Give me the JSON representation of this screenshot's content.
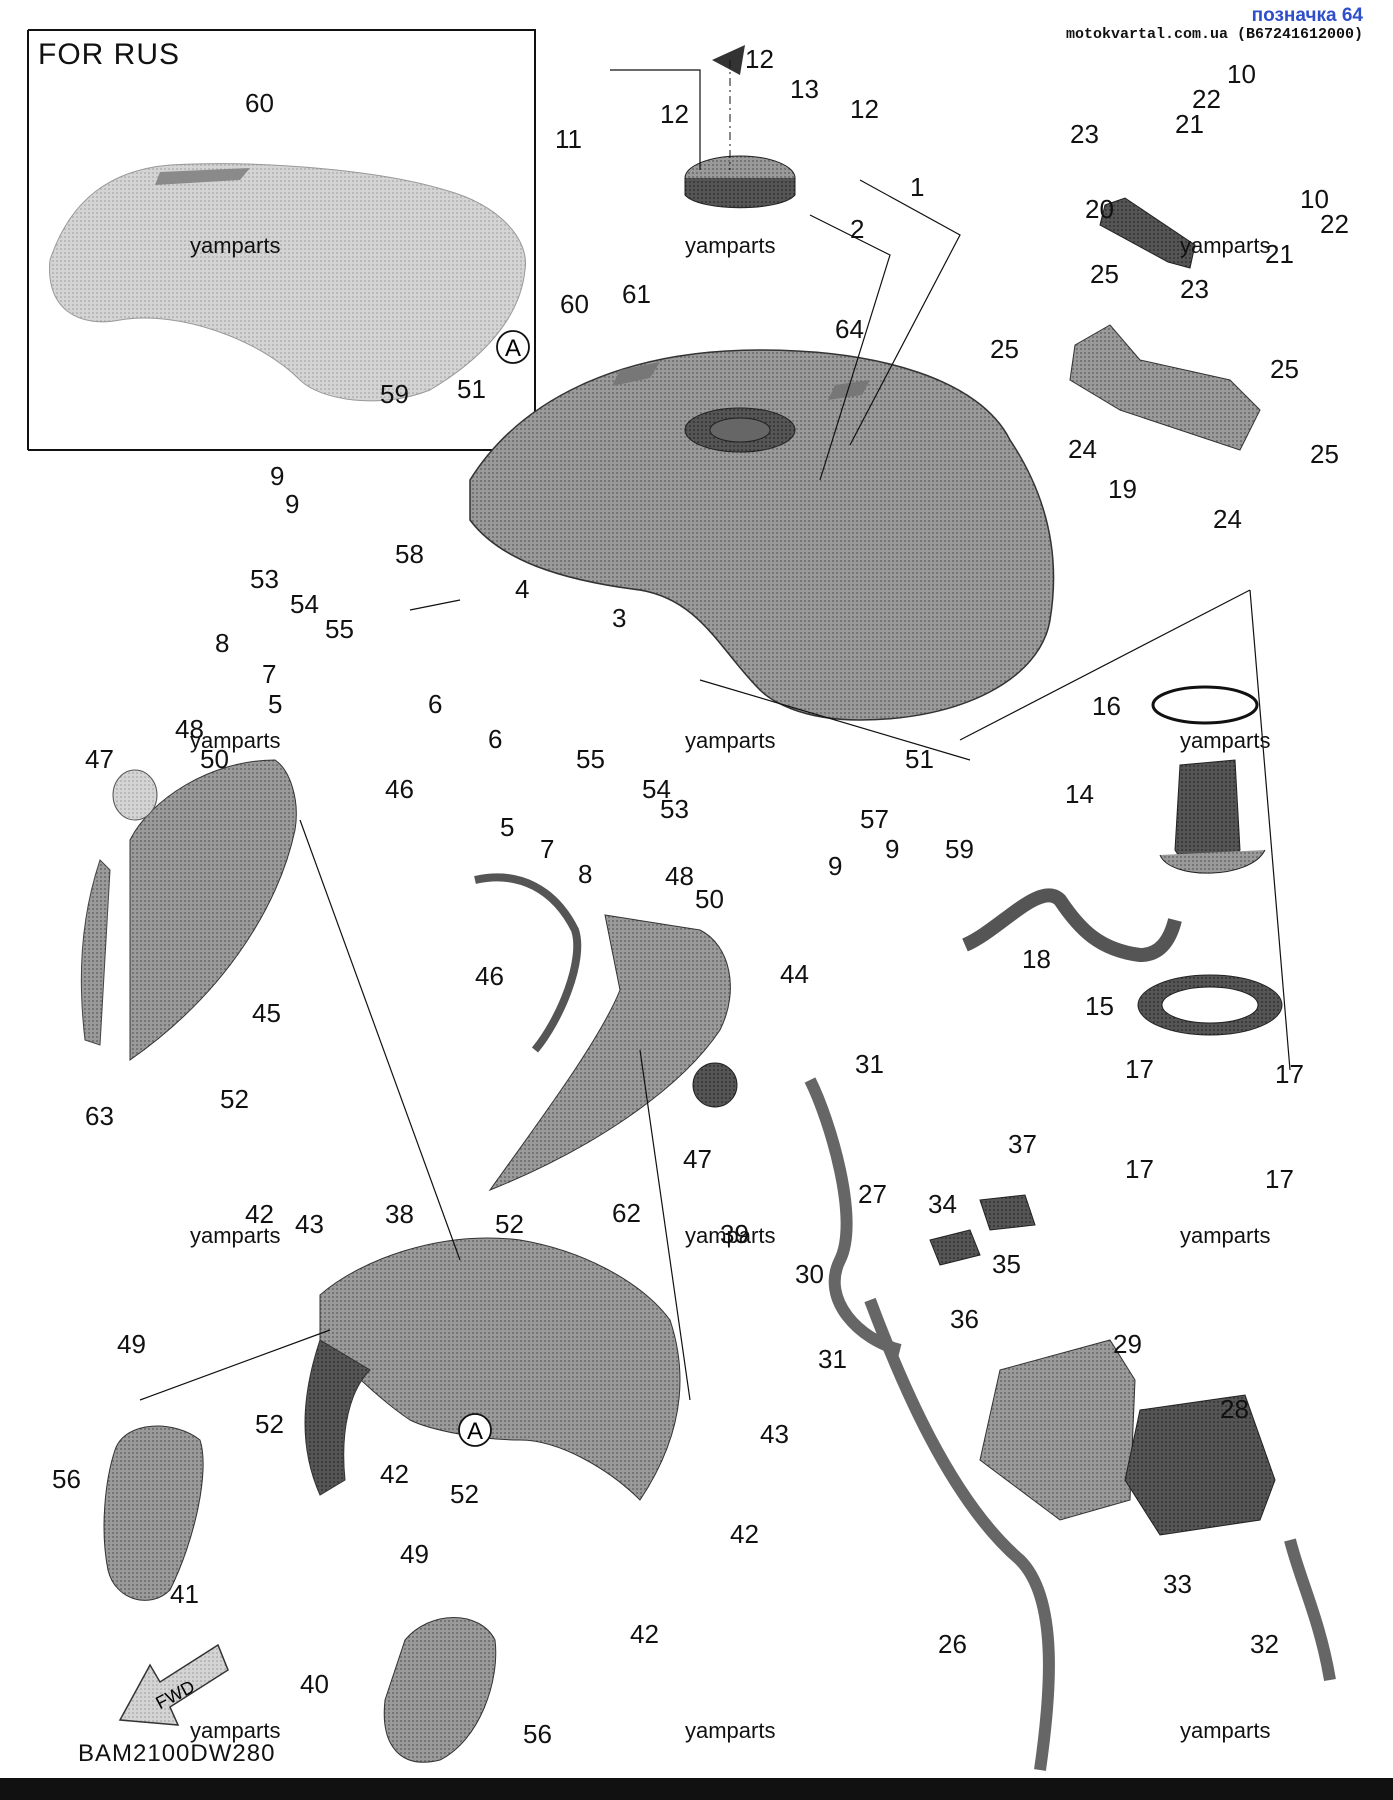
{
  "header": {
    "title": "позначка 64",
    "source": "motokvartal.com.ua (B67241612000)"
  },
  "inset": {
    "title": "FOR RUS"
  },
  "diagram_code": "BAM2100DW280",
  "fwd_label": "FWD",
  "ref_marker": "A",
  "watermark": "yamparts",
  "callouts": [
    "60",
    "11",
    "12",
    "12",
    "13",
    "12",
    "1",
    "2",
    "10",
    "22",
    "21",
    "23",
    "10",
    "22",
    "21",
    "23",
    "20",
    "25",
    "25",
    "25",
    "25",
    "24",
    "24",
    "19",
    "60",
    "61",
    "64",
    "51",
    "59",
    "9",
    "9",
    "58",
    "53",
    "54",
    "55",
    "4",
    "8",
    "7",
    "5",
    "6",
    "3",
    "6",
    "55",
    "54",
    "53",
    "5",
    "7",
    "8",
    "51",
    "57",
    "9",
    "9",
    "59",
    "16",
    "14",
    "18",
    "48",
    "50",
    "47",
    "46",
    "45",
    "63",
    "52",
    "48",
    "50",
    "46",
    "44",
    "31",
    "47",
    "62",
    "52",
    "15",
    "17",
    "17",
    "17",
    "17",
    "37",
    "27",
    "34",
    "35",
    "36",
    "30",
    "31",
    "29",
    "28",
    "42",
    "43",
    "38",
    "39",
    "49",
    "52",
    "42",
    "56",
    "41",
    "52",
    "43",
    "42",
    "49",
    "42",
    "40",
    "56",
    "26",
    "33",
    "32"
  ],
  "colors": {
    "tag_blue": "#2f4fc8",
    "line": "#111111",
    "part_dark": "#4a4a4a",
    "part_mid": "#8c8c8c",
    "part_light": "#c8c8c8",
    "inset_fill": "#dcdcdc"
  }
}
